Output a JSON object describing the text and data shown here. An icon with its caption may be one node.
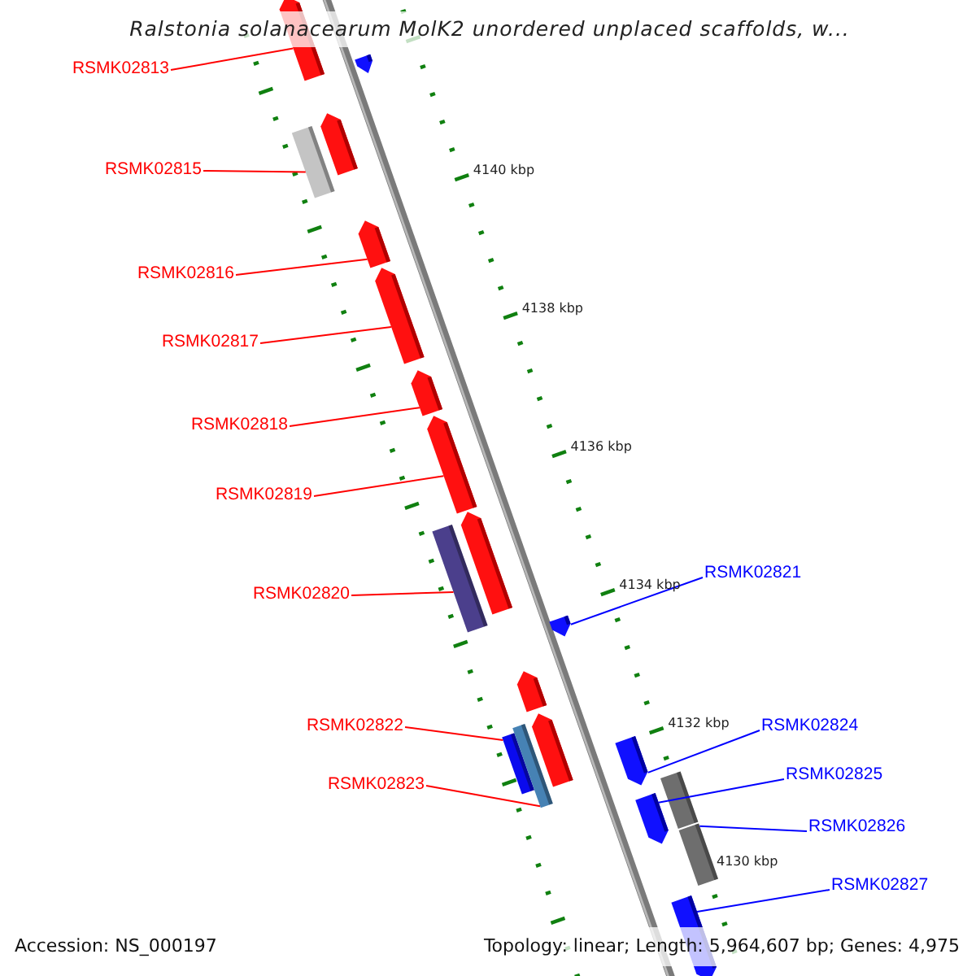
{
  "diagram": {
    "title": "Ralstonia solanacearum MolK2 unordered unplaced scaffolds, w...",
    "nodes": [
      {
        "text": [
          "RSMK02813"
        ]
      },
      {
        "text": [],
        "shape": "bar"
      },
      {
        "text": [
          "RSMK02815"
        ]
      },
      {
        "text": [],
        "shape": "bar"
      },
      {
        "text": [
          "RSMK02816"
        ]
      },
      {
        "text": [],
        "shape": "bar"
      },
      {
        "text": [
          "RSMK02817"
        ]
      },
      {
        "text": [],
        "shape": "bar"
      },
      {
        "text": [
          "RSMK02818"
        ]
      },
      {
        "text": [],
        "shape": "bar"
      },
      {
        "text": [
          "RSMK02819"
        ]
      },
      {
        "text": [],
        "shape": "bar"
      },
      {
        "text": [
          "RSMK02820"
        ]
      },
      {
        "text": [],
        "shape": "bar"
      },
      {
        "text": [
          "RSMK02821"
        ]
      },
      {
        "text": [],
        "shape": "bar"
      },
      {
        "text": [
          "RSMK02822"
        ]
      },
      {
        "text": [],
        "shape": "bar"
      },
      {
        "text": [
          "RSMK02823"
        ]
      },
      {
        "text": [],
        "shape": "bar"
      },
      {
        "text": [
          "RSMK02824"
        ]
      },
      {
        "text": [],
        "shape": "bar"
      },
      {
        "text": [
          "RSMK02825"
        ]
      },
      {
        "text": [],
        "shape": "bar"
      },
      {
        "text": [
          "RSMK02826"
        ]
      },
      {
        "text": [],
        "shape": "bar"
      },
      {
        "text": [
          "RSMK02827"
        ]
      },
      {
        "text": [],
        "shape": "bar"
      },
      {
        "text": [],
        "shape": "bar"
      },
      {
        "text": [],
        "shape": "bar"
      },
      {
        "text": [],
        "shape": "bar"
      },
      {
        "text": [],
        "shape": "bar"
      },
      {
        "text": [],
        "shape": "bar"
      },
      {
        "text": [],
        "shape": "bar"
      }
    ],
    "edges": [
      {
        "from": 0,
        "to": 1,
        "arrow": "none",
        "color": "#ff0000"
      },
      {
        "from": 2,
        "to": 3,
        "arrow": "none",
        "color": "#ff0000"
      },
      {
        "from": 4,
        "to": 5,
        "arrow": "none",
        "color": "#ff0000"
      },
      {
        "from": 6,
        "to": 7,
        "arrow": "none",
        "color": "#ff0000"
      },
      {
        "from": 8,
        "to": 9,
        "arrow": "none",
        "color": "#ff0000"
      },
      {
        "from": 10,
        "to": 11,
        "arrow": "none",
        "color": "#ff0000"
      },
      {
        "from": 12,
        "to": 13,
        "arrow": "none",
        "color": "#ff0000"
      },
      {
        "from": 14,
        "to": 15,
        "arrow": "none",
        "color": "#0000ff"
      },
      {
        "from": 16,
        "to": 17,
        "arrow": "none",
        "color": "#ff0000"
      },
      {
        "from": 18,
        "to": 19,
        "arrow": "none",
        "color": "#ff0000"
      },
      {
        "from": 20,
        "to": 21,
        "arrow": "none",
        "color": "#0000ff"
      },
      {
        "from": 22,
        "to": 23,
        "arrow": "none",
        "color": "#0000ff"
      },
      {
        "from": 24,
        "to": 25,
        "arrow": "none",
        "color": "#0000ff"
      },
      {
        "from": 26,
        "to": 27,
        "arrow": "none",
        "color": "#0000ff"
      }
    ],
    "labels": [
      "4140 kbp",
      "4138 kbp",
      "4136 kbp",
      "4134 kbp",
      "4132 kbp",
      "4130 kbp",
      "Accession: NS_000197",
      "Topology: linear; Length: 5,964,607 bp; Genes: 4,975"
    ]
  }
}
